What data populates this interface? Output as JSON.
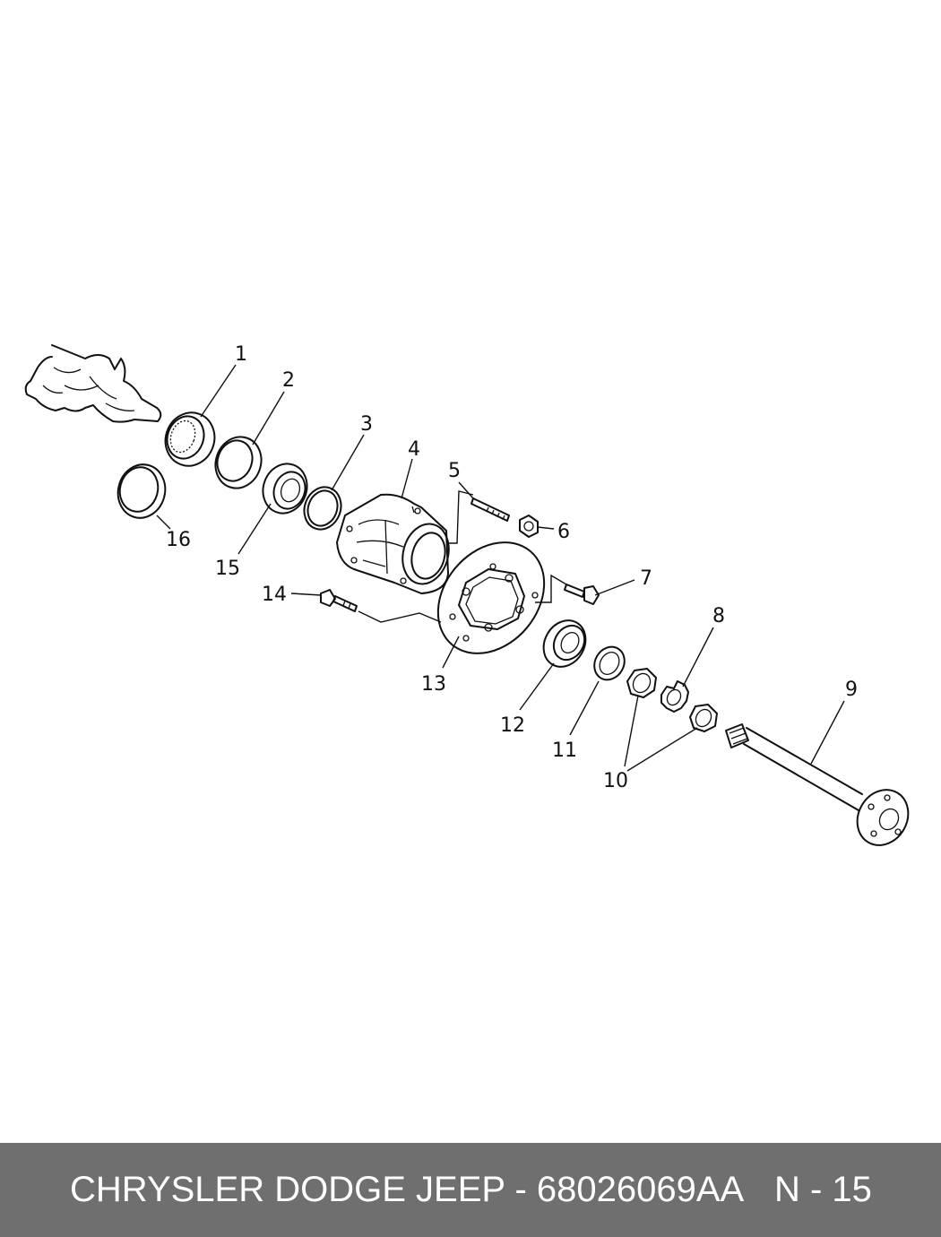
{
  "callouts": [
    {
      "id": "1",
      "label": "1"
    },
    {
      "id": "2",
      "label": "2"
    },
    {
      "id": "3",
      "label": "3"
    },
    {
      "id": "4",
      "label": "4"
    },
    {
      "id": "5",
      "label": "5"
    },
    {
      "id": "6",
      "label": "6"
    },
    {
      "id": "7",
      "label": "7"
    },
    {
      "id": "8",
      "label": "8"
    },
    {
      "id": "9",
      "label": "9"
    },
    {
      "id": "10",
      "label": "10"
    },
    {
      "id": "11",
      "label": "11"
    },
    {
      "id": "12",
      "label": "12"
    },
    {
      "id": "13",
      "label": "13"
    },
    {
      "id": "14",
      "label": "14"
    },
    {
      "id": "15",
      "label": "15"
    },
    {
      "id": "16",
      "label": "16"
    }
  ],
  "footer": {
    "title": "CHRYSLER DODGE JEEP - 68026069AA",
    "page": "N - 15",
    "background": "#6f6f6f",
    "text_color": "#ffffff"
  }
}
